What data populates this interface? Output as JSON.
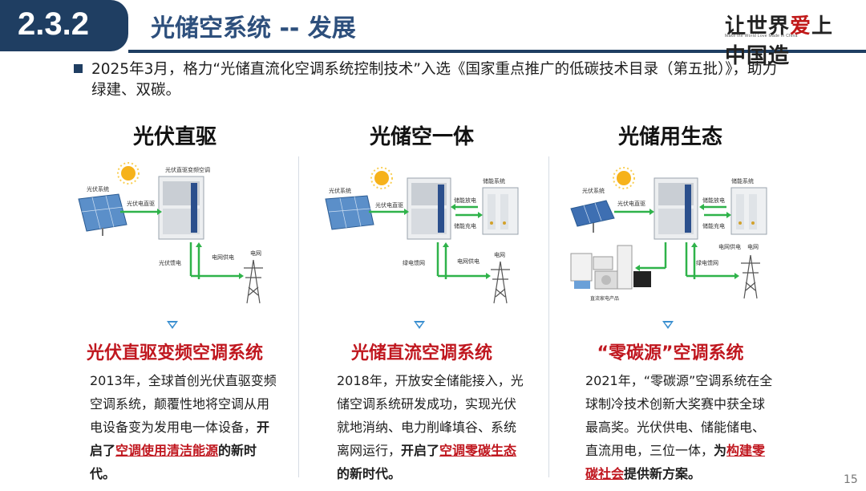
{
  "header": {
    "section_number": "2.3.2",
    "title": "光储空系统 -- 发展",
    "logo_text_a": "让世界",
    "logo_text_b": "爱",
    "logo_text_c": "上中国造",
    "logo_subtitle": "Make the World Love Made in China"
  },
  "intro": {
    "text": "2025年3月，格力“光储直流化空调系统控制技术”入选《国家重点推广的低碳技术目录（第五批）》，助力绿建、双碳。"
  },
  "columns": [
    {
      "heading": "光伏直驱",
      "subheading": "光伏直驱变频空调系统",
      "labels": {
        "unit": "光伏直驱变频空调",
        "pv": "光伏系统",
        "pv_line": "光伏电直驱",
        "grid_supply": "电网供电",
        "pv_feed": "光伏馈电",
        "grid": "电网"
      },
      "desc_plain": "2013年，全球首创光伏直驱变频空调系统，颠覆性地将空调从用电设备变为发用电一体设备，",
      "desc_bold_a": "开启了",
      "desc_red": "空调使用清洁能源",
      "desc_bold_b": "的新时代。"
    },
    {
      "heading": "光储空一体",
      "subheading": "光储直流空调系统",
      "labels": {
        "pv": "光伏系统",
        "pv_line": "光伏电直驱",
        "storage": "储能系统",
        "discharge": "储能放电",
        "charge": "储能充电",
        "green_feed": "绿电馈网",
        "grid_supply": "电网供电",
        "grid": "电网"
      },
      "desc_plain": "2018年，开放安全储能接入，光储空调系统研发成功，实现光伏就地消纳、电力削峰填谷、系统离网运行，",
      "desc_bold_a": "开启了",
      "desc_red": "空调零碳生态",
      "desc_bold_b": "的新时代。"
    },
    {
      "heading": "光储用生态",
      "subheading": "“零碳源”空调系统",
      "labels": {
        "pv": "光伏系统",
        "pv_line": "光伏电直驱",
        "storage": "储能系统",
        "discharge": "储能放电",
        "charge": "储能充电",
        "green_feed": "绿电馈网",
        "grid_supply": "电网供电",
        "grid": "电网",
        "appliances": "直流家电产品"
      },
      "desc_plain": "2021年，“零碳源”空调系统在全球制冷技术创新大奖赛中获全球最高奖。光伏供电、储能储电、直流用电，三位一体，",
      "desc_bold_a": "为",
      "desc_red": "构建零碳社会",
      "desc_bold_b": "提供新方案。"
    }
  ],
  "page_number": "15",
  "colors": {
    "navy": "#1f3e62",
    "red": "#c0171f",
    "green": "#2fb34a",
    "accent_blue": "#3a8fd0"
  }
}
